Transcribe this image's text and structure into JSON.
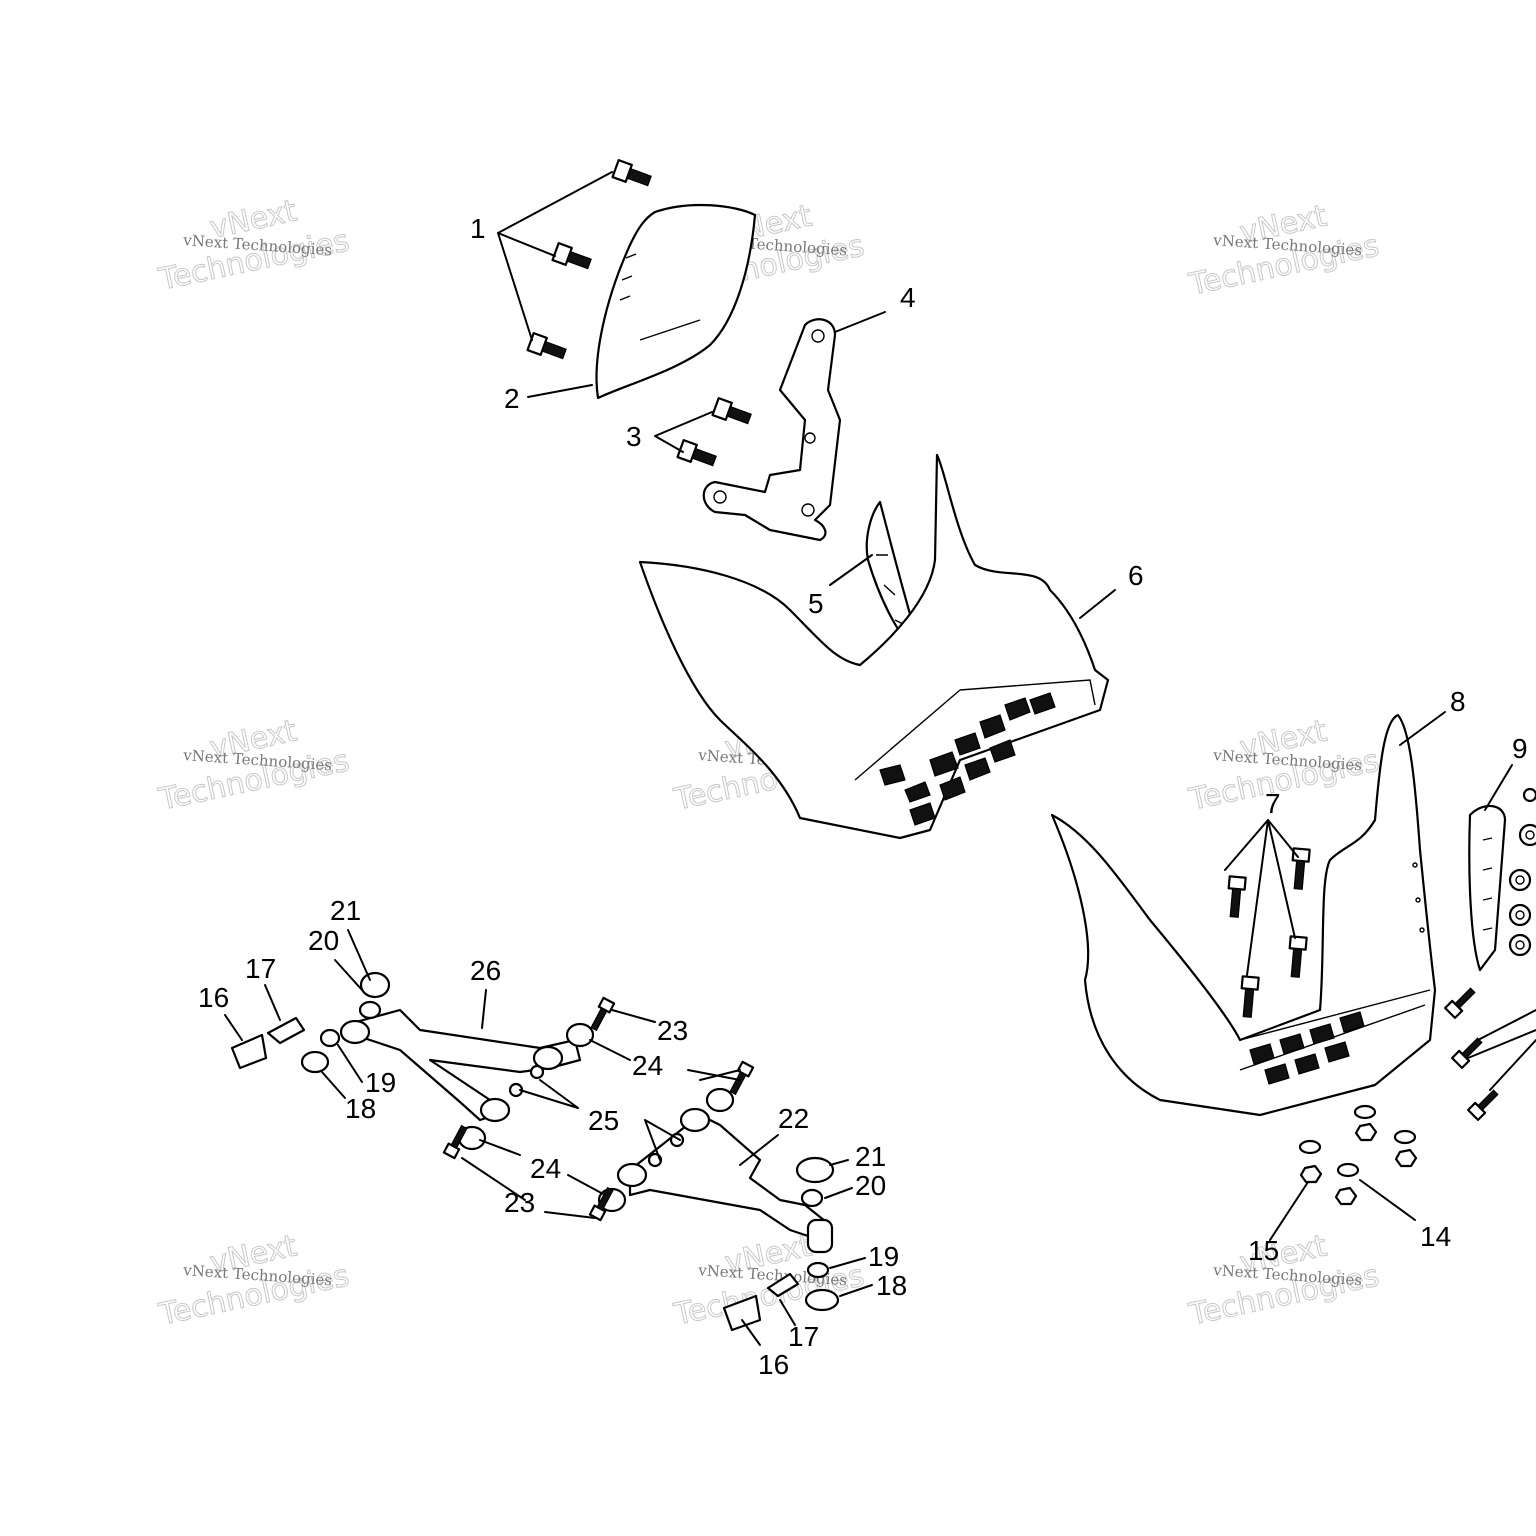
{
  "diagram": {
    "labels": [
      "1",
      "2",
      "3",
      "4",
      "5",
      "6",
      "7",
      "8",
      "9",
      "14",
      "15",
      "16",
      "17",
      "18",
      "19",
      "20",
      "21",
      "22",
      "23",
      "24",
      "25",
      "26"
    ],
    "watermark": {
      "line1": "vNext Technologies",
      "line2": "vNext",
      "line3": "Technologies"
    }
  }
}
